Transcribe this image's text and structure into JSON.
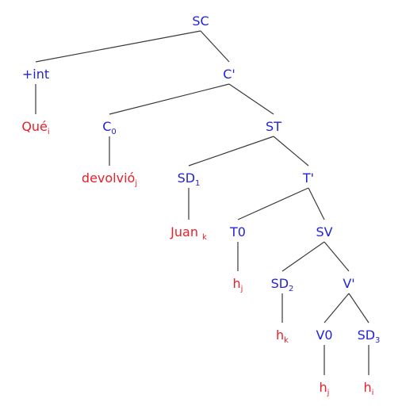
{
  "tree": {
    "nodes": {
      "sc": {
        "label": "SC",
        "sub": "",
        "kind": "cat"
      },
      "int": {
        "label": "+int",
        "sub": "",
        "kind": "cat"
      },
      "que": {
        "label": "Qué",
        "sub": "i",
        "kind": "lex"
      },
      "cbar": {
        "label": "C'",
        "sub": "",
        "kind": "cat"
      },
      "c0": {
        "label": "C",
        "sub": "0",
        "kind": "cat"
      },
      "devolvio": {
        "label": "devolvió",
        "sub": "j",
        "kind": "lex"
      },
      "st": {
        "label": "ST",
        "sub": "",
        "kind": "cat"
      },
      "sd1": {
        "label": "SD",
        "sub": "1",
        "kind": "cat"
      },
      "juan": {
        "label": "Juan ",
        "sub": "k",
        "kind": "lex"
      },
      "tbar": {
        "label": "T'",
        "sub": "",
        "kind": "cat"
      },
      "t0": {
        "label": "T0",
        "sub": "",
        "kind": "cat"
      },
      "hj1": {
        "label": "h",
        "sub": "j",
        "kind": "lex"
      },
      "sv": {
        "label": "SV",
        "sub": "",
        "kind": "cat"
      },
      "sd2": {
        "label": "SD",
        "sub": "2",
        "kind": "cat"
      },
      "hk": {
        "label": "h",
        "sub": "k",
        "kind": "lex"
      },
      "vbar": {
        "label": "V'",
        "sub": "",
        "kind": "cat"
      },
      "v0": {
        "label": "V0",
        "sub": "",
        "kind": "cat"
      },
      "hj2": {
        "label": "h",
        "sub": "j",
        "kind": "lex"
      },
      "sd3": {
        "label": "SD",
        "sub": "3",
        "kind": "cat"
      },
      "hi": {
        "label": "h",
        "sub": "i",
        "kind": "lex"
      }
    },
    "edges": [
      [
        "sc",
        "int"
      ],
      [
        "sc",
        "cbar"
      ],
      [
        "int",
        "que"
      ],
      [
        "cbar",
        "c0"
      ],
      [
        "cbar",
        "st"
      ],
      [
        "c0",
        "devolvio"
      ],
      [
        "st",
        "sd1"
      ],
      [
        "st",
        "tbar"
      ],
      [
        "sd1",
        "juan"
      ],
      [
        "tbar",
        "t0"
      ],
      [
        "tbar",
        "sv"
      ],
      [
        "t0",
        "hj1"
      ],
      [
        "sv",
        "sd2"
      ],
      [
        "sv",
        "vbar"
      ],
      [
        "sd2",
        "hk"
      ],
      [
        "vbar",
        "v0"
      ],
      [
        "vbar",
        "sd3"
      ],
      [
        "v0",
        "hj2"
      ],
      [
        "sd3",
        "hi"
      ]
    ]
  },
  "colors": {
    "category": "#2323d8",
    "lexical": "#e8202a",
    "edge": "#3a3a3a"
  }
}
